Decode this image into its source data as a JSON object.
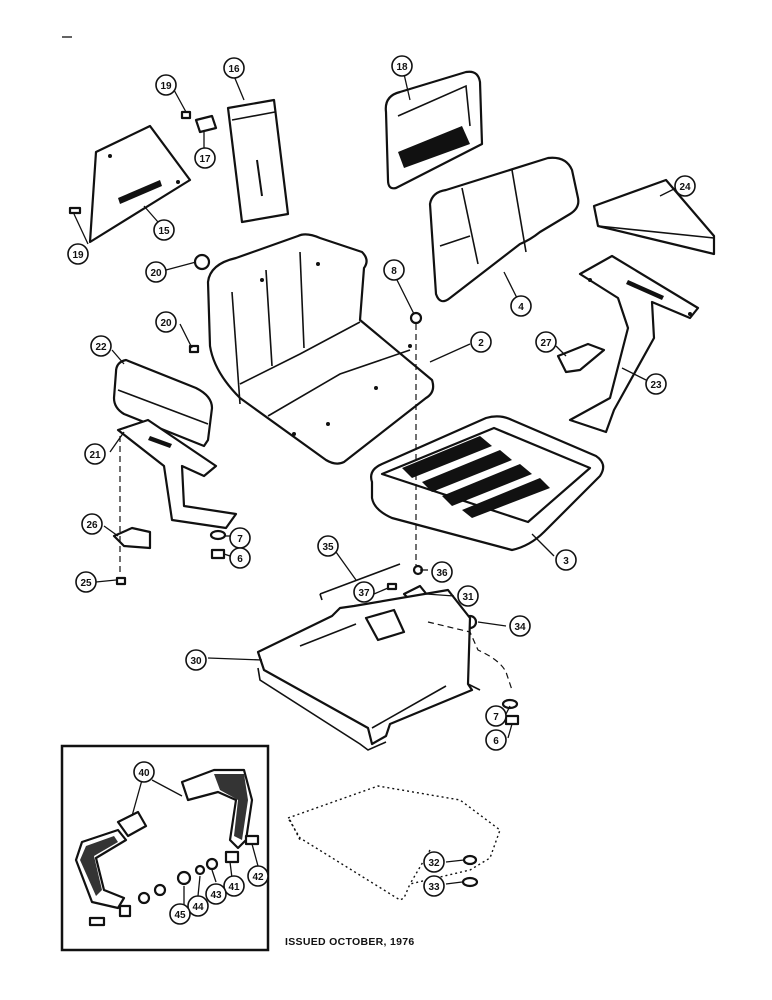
{
  "footer": {
    "issued": "ISSUED OCTOBER, 1976"
  },
  "callouts": {
    "c2": "2",
    "c3": "3",
    "c4": "4",
    "c6a": "6",
    "c6b": "6",
    "c7a": "7",
    "c7b": "7",
    "c8": "8",
    "c15": "15",
    "c16": "16",
    "c17": "17",
    "c18": "18",
    "c19a": "19",
    "c19b": "19",
    "c20a": "20",
    "c20b": "20",
    "c21": "21",
    "c22": "22",
    "c23": "23",
    "c24": "24",
    "c25": "25",
    "c26": "26",
    "c27": "27",
    "c30": "30",
    "c31": "31",
    "c32": "32",
    "c33": "33",
    "c34": "34",
    "c35": "35",
    "c36": "36",
    "c37": "37",
    "c40": "40",
    "c41": "41",
    "c42": "42",
    "c43": "43",
    "c44": "44",
    "c45": "45"
  }
}
